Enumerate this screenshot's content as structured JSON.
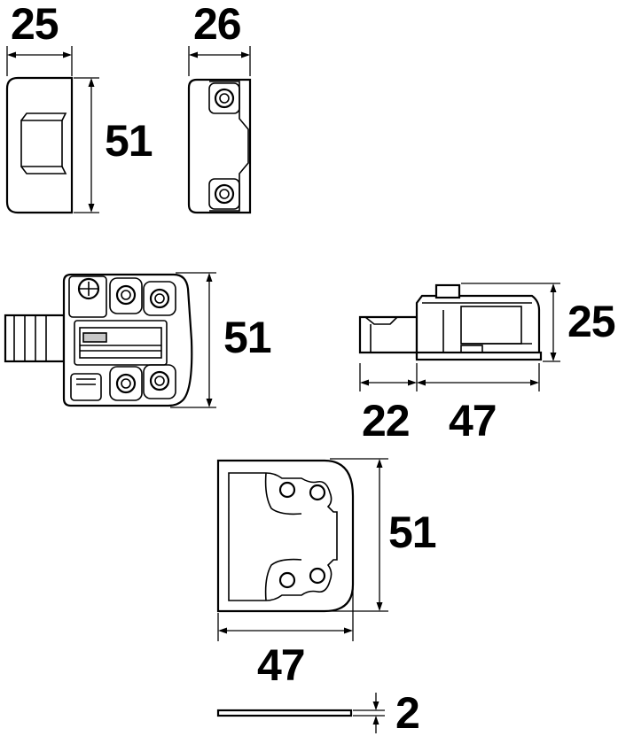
{
  "dimensions": {
    "cap_width": "25",
    "cap_height": "51",
    "plate_width": "26",
    "latch_height": "51",
    "side_height": "25",
    "side_bolt_length": "22",
    "side_body_length": "47",
    "keeper_height": "51",
    "keeper_width": "47",
    "shim_thickness": "2"
  }
}
